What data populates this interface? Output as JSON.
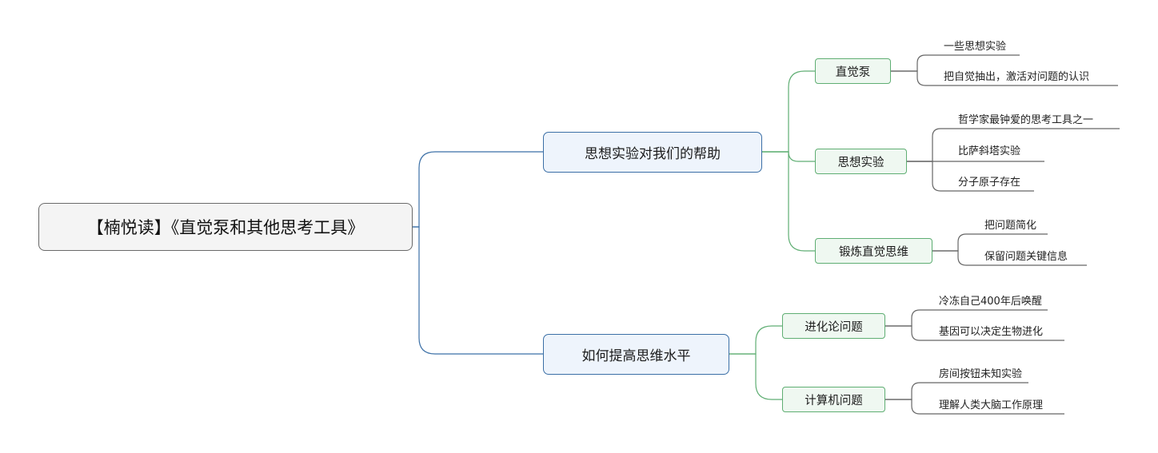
{
  "root": {
    "label": "【楠悦读】《直觉泵和其他思考工具》"
  },
  "branches": [
    {
      "label": "思想实验对我们的帮助",
      "children": [
        {
          "label": "直觉泵",
          "leaves": [
            "一些思想实验",
            "把自觉抽出，激活对问题的认识"
          ]
        },
        {
          "label": "思想实验",
          "leaves": [
            "哲学家最钟爱的思考工具之一",
            "比萨斜塔实验",
            "分子原子存在"
          ]
        },
        {
          "label": "锻炼直觉思维",
          "leaves": [
            "把问题简化",
            "保留问题关键信息"
          ]
        }
      ]
    },
    {
      "label": "如何提高思维水平",
      "children": [
        {
          "label": "进化论问题",
          "leaves": [
            "冷冻自己400年后唤醒",
            "基因可以决定生物进化"
          ]
        },
        {
          "label": "计算机问题",
          "leaves": [
            "房间按钮未知实验",
            "理解人类大脑工作原理"
          ]
        }
      ]
    }
  ],
  "colors": {
    "root_line": "#3b6fa6",
    "sub_line": "#5fae73",
    "leaf_line": "#666666"
  }
}
